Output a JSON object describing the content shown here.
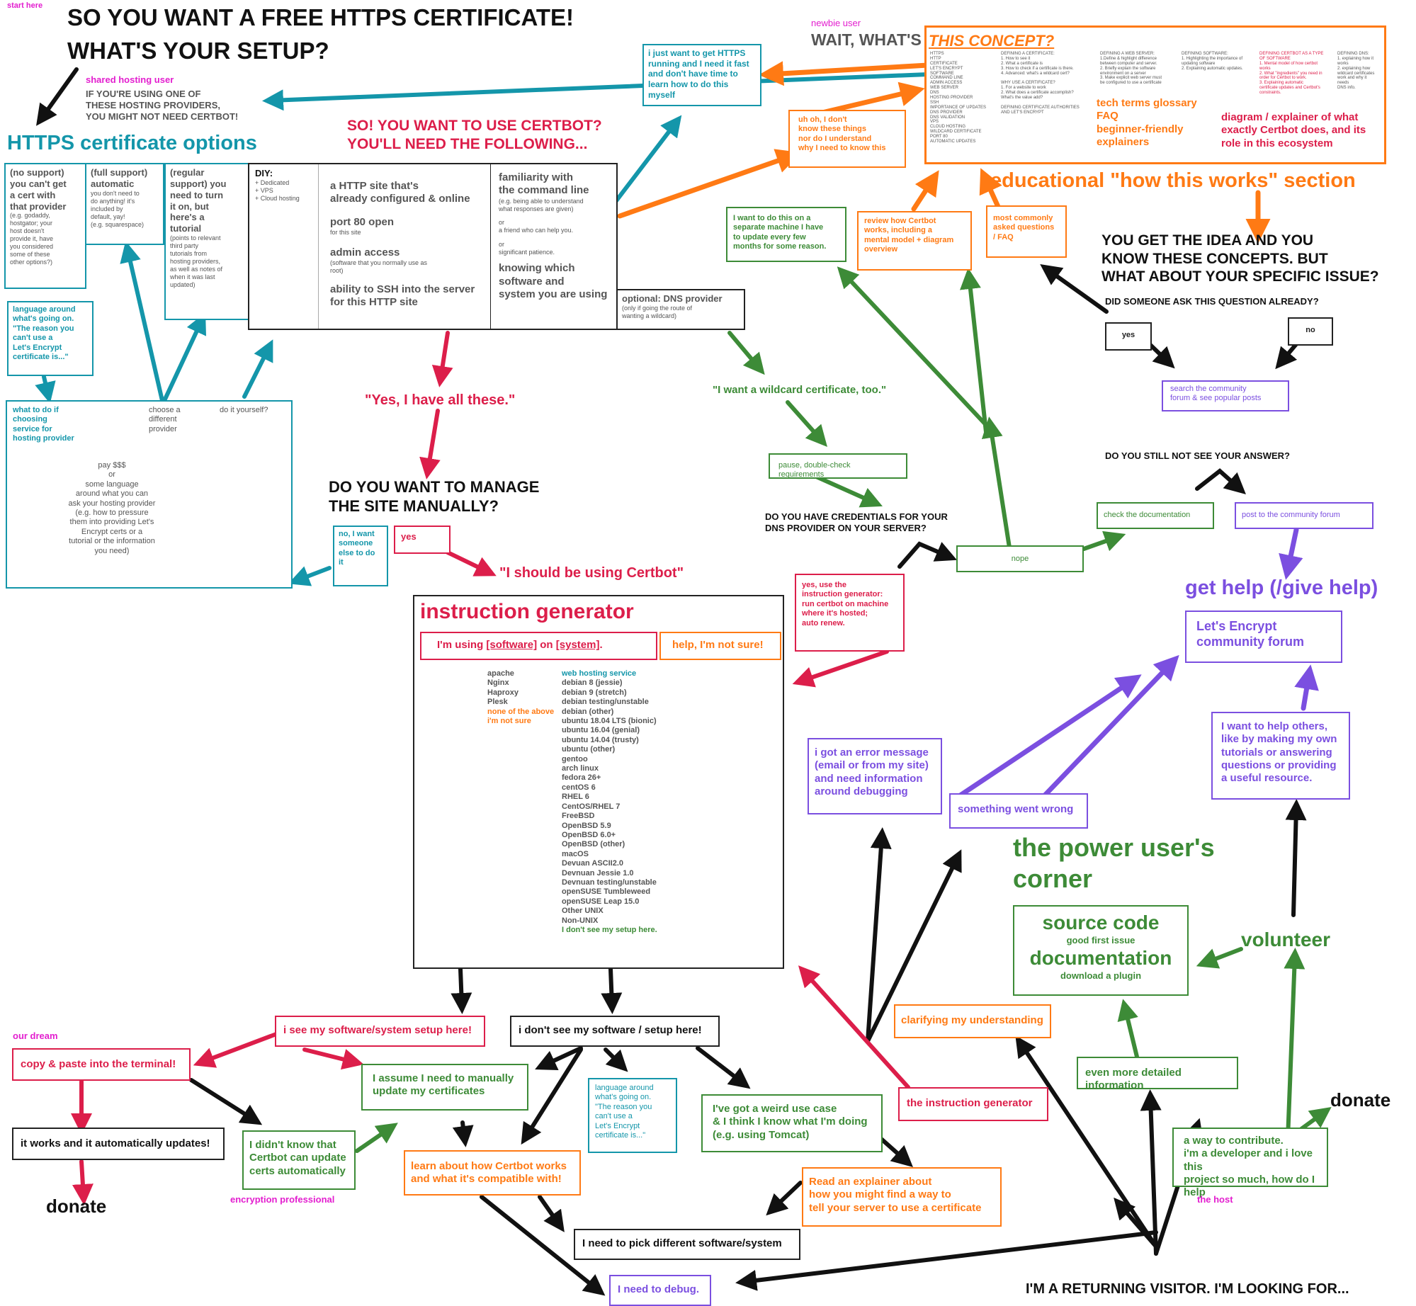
{
  "top": {
    "start_here": "start here",
    "title_line1": "SO YOU WANT A FREE HTTPS CERTIFICATE!",
    "title_line2": "WHAT'S YOUR SETUP?",
    "shared_label": "shared hosting user",
    "shared_text": "IF YOU'RE USING ONE OF\nTHESE HOSTING PROVIDERS,\nYOU MIGHT NOT NEED CERTBOT!",
    "https_options": "HTTPS certificate options",
    "just_want": "i just want to get HTTPS\nrunning and I need it fast\nand don't have time to\nlearn how to do this\nmyself"
  },
  "options": {
    "no_support_head": "(no support)\nyou can't get\na cert with\nthat provider",
    "no_support_body": "(e.g. godaddy,\nhostgator; your\nhost doesn't\nprovide it, have\nyou considered\nsome of these\nother options?)",
    "full_head": "(full support)\nautomatic",
    "full_body": "you don't need to\ndo anything! it's\nincluded by\ndefault, yay!\n(e.g. squarespace)",
    "regular_head": "(regular\nsupport) you\nneed to turn\nit on, but\nhere's a\ntutorial",
    "regular_body": "(points to relevant\nthird party\ntutorials from\nhosting providers,\nas well as notes of\nwhen it was last\nupdated)",
    "diy_head": "DIY:",
    "diy_body": "+ Dedicated\n+ VPS\n+ Cloud hosting",
    "language_around": "language around\nwhat's going on.\n\"The reason you\ncan't use a\nLet's Encrypt\ncertificate is...\"",
    "what_to_do": "what to do if\nchoosing\nservice for\nhosting provider",
    "choose_diff": "choose a\ndifferent\nprovider",
    "do_it_yourself": "do it yourself?",
    "pay": "pay $$$\nor\nsome language\naround what you can\nask your hosting provider\n(e.g. how to pressure\nthem into providing Let's\nEncrypt certs or a\ntutorial or the information\nyou need)"
  },
  "certbot_req": {
    "title": "SO! YOU WANT TO USE CERTBOT?\nYOU'LL NEED THE FOLLOWING...",
    "r1": "a HTTP site that's\nalready configured & online",
    "r2": "port 80 open",
    "r2s": "for this site",
    "r3": "admin access",
    "r3s": "(software that you normally use as\nroot)",
    "r4": "ability to SSH into the server\nfor this HTTP site",
    "r5": "familiarity with\nthe command line",
    "r5s": "(e.g. being able to understand\nwhat responses are given)",
    "r5or1": "or",
    "r5b": "a friend who can help you.",
    "r5or2": "or",
    "r5c": "significant patience.",
    "r6": "knowing which\nsoftware and\nsystem you are using",
    "dns_opt": "optional: DNS provider",
    "dns_opt_s": "(only if going the route of\nwanting a wildcard)",
    "yes_all": "\"Yes, I have all these.\"",
    "manage_q": "DO YOU WANT TO MANAGE\nTHE SITE MANUALLY?",
    "no_want": "no, I want\nsomeone\nelse to do\nit",
    "yes": "yes",
    "should_certbot": "\"I should be using Certbot\""
  },
  "generator": {
    "title": "instruction generator",
    "using_pre": "I'm using ",
    "using_sw": "[software]",
    "using_mid": " on ",
    "using_sys": "[system]",
    "using_end": ".",
    "help": "help, I'm not sure!",
    "software_list": [
      "apache",
      "Nginx",
      "Haproxy",
      "Plesk"
    ],
    "software_orange": [
      "none of the above",
      "i'm not sure"
    ],
    "system_head": "web hosting service",
    "system_list": [
      "debian 8 (jessie)",
      "debian 9 (stretch)",
      "debian testing/unstable",
      "debian (other)",
      "ubuntu 18.04 LTS (bionic)",
      "ubuntu 16.04 (genial)",
      "ubuntu 14.04 (trusty)",
      "ubuntu (other)",
      "gentoo",
      "arch linux",
      "fedora 26+",
      "centOS 6",
      "RHEL 6",
      "CentOS/RHEL 7",
      "FreeBSD",
      "OpenBSD 5.9",
      "OpenBSD 6.0+",
      "OpenBSD (other)",
      "macOS",
      "Devuan ASCII2.0",
      "Devnuan Jessie 1.0",
      "Devnuan testing/unstable",
      "openSUSE Tumbleweed",
      "openSUSE Leap 15.0",
      "Other UNIX",
      "Non-UNIX"
    ],
    "system_green": "I don't see my setup here."
  },
  "newbie": {
    "label": "newbie user",
    "wait": "WAIT, WHAT'S ",
    "concept": "THIS CONCEPT?",
    "uh_oh": "uh oh, I don't\nknow these things\nnor do I understand\nwhy I need to know this",
    "glossary_terms": "HTTPS\nHTTP\nCERTIFICATE\nLET'S ENCRYPT\nSOFTWARE\nCOMMAND LINE\nADMIN ACCESS\nWEB SERVER\nDNS\nHOSTING PROVIDER\nSSH\nIMPORTANCE OF UPDATES\nDNS PROVIDER\nDNS VALIDATION\nVPS\nCLOUD HOSTING\nWILDCARD CERTIFICATE\nPORT 80\nAUTOMATIC UPDATES",
    "def_cert": "DEFINING A CERTIFICATE:\n1. How to see it\n2. What a certificate is\n3. How to check if a certificate is there.\n4. Advanced: what's a wildcard cert?\n\nWHY USE A CERTIFICATE?\n1. For a website to work\n2. What does a certificate accomplish?\nWhat's the value add?\n\nDEFINING CERTIFICATE AUTHORITIES\nAND LET'S ENCRYPT",
    "def_server": "DEFINING A WEB SERVER:\n1.Define & highlight difference\nbetween computer and server.\n2. Briefly explain the software\nenvironment on a server\n3. Make explicit web server must\nbe configured to use a certificate",
    "def_software": "DEFINING SOFTWARE:\n1. Highlighting the importance of\nupdating software\n2. Explaining automatic updates.",
    "def_certbot": "DEFINING CERTBOT AS A TYPE\nOF SOFTWARE\n1. Mental model of how certbot\nworks\n2. What \"ingredients\" you need in\norder for Certbot to work.\n3. Explaining automatic\ncertificate updates and Certbot's\nconstraints.",
    "def_dns": "DEFINING DNS:\n1. explaining how it\nworks\n2. explaining how\nwildcard certificates\nwork and why it\nneeds\nDNS info.",
    "glossary": "tech terms glossary\nFAQ\nbeginner-friendly\nexplainers",
    "diagram_explainer": "diagram / explainer of what\nexactly Certbot does, and its\nrole in this ecosystem",
    "educational": "educational \"how this works\" section",
    "separate_machine": "I want to do this on a\nseparate machine I have\nto update every few\nmonths for some reason.",
    "review_certbot": "review how Certbot\nworks, including a\nmental model + diagram\noverview",
    "faq": "most commonly\nasked questions\n/ FAQ"
  },
  "specific": {
    "q": "YOU GET THE IDEA AND YOU\nKNOW THESE CONCEPTS. BUT\nWHAT ABOUT YOUR SPECIFIC ISSUE?",
    "asked": "DID SOMEONE ASK THIS QUESTION ALREADY?",
    "yes": "yes",
    "no": "no",
    "search": "search the community\nforum & see popular posts",
    "still": "DO YOU STILL NOT SEE YOUR ANSWER?",
    "check_docs": "check the documentation",
    "post_forum": "post to the community forum",
    "get_help": "get help (/give help)",
    "forum": "Let's Encrypt\ncommunity forum",
    "help_others": "I want to help others,\nlike by making my own\ntutorials or answering\nquestions or providing\na useful resource."
  },
  "wildcard": {
    "want": "\"I want a wildcard certificate, too.\"",
    "pause": "pause, double-check requirements",
    "creds_q": "DO YOU HAVE CREDENTIALS FOR YOUR\nDNS PROVIDER ON YOUR SERVER?",
    "nope": "nope",
    "yes_use": "yes, use the\ninstruction generator:\nrun certbot on machine\nwhere it's hosted;\nauto renew."
  },
  "power": {
    "error": "i got an error message\n(email or from my site)\nand need information\naround debugging",
    "wrong": "something went wrong",
    "title": "the power user's\ncorner",
    "source": "source code",
    "first_issue": "good first issue",
    "docs": "documentation",
    "plugin": "download a plugin",
    "volunteer": "volunteer",
    "clarify": "clarifying my understanding",
    "detailed": "even more detailed information",
    "gen": "the instruction generator",
    "donate": "donate",
    "contribute": "a way to contribute.\ni'm a developer and i love this\nproject so much, how do I help",
    "host": "the host",
    "returning": "I'M A RETURNING VISITOR. I'M LOOKING FOR..."
  },
  "bottom": {
    "see_setup": "i see my software/system setup here!",
    "dont_see": "i don't see my software / setup here!",
    "dream": "our dream",
    "copy_paste": "copy & paste into the terminal!",
    "works": "it works and it automatically updates!",
    "donate": "donate",
    "assume": "I assume I need to manually\nupdate my certificates",
    "didnt_know": "I didn't know that\nCertbot can update\ncerts automatically",
    "enc_pro": "encryption professional",
    "learn": "learn about how Certbot works\nand what it's compatible with!",
    "language": "language around\nwhat's going on.\n\"The reason you\ncan't use a\nLet's Encrypt\ncertificate is...\"",
    "weird": "I've got a weird use case\n& I think I know what I'm doing\n(e.g. using Tomcat)",
    "read": "Read an explainer about\nhow you might find a way to\ntell your server to use a certificate",
    "pick": "I need to pick different software/system",
    "debug": "I need to debug."
  },
  "colors": {
    "teal": "#1496aa",
    "red": "#dc1e4a",
    "orange": "#ff7a14",
    "green": "#3d8b37",
    "purple": "#7b4fe0",
    "magenta": "#e31ecf",
    "black": "#111111"
  }
}
